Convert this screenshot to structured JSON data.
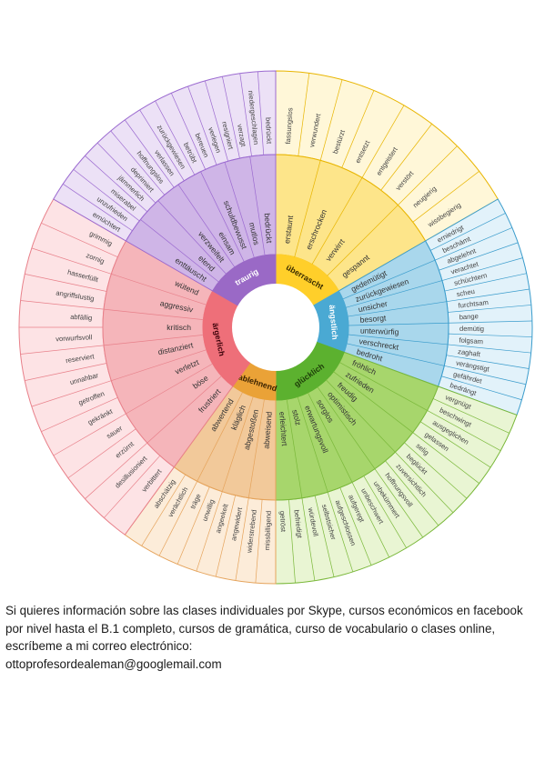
{
  "wheel": {
    "emotions": [
      {
        "name": "überrascht",
        "colors": {
          "core": "#ffcf2a",
          "mid": "#fde58a",
          "outer": "#fff7d8",
          "stroke": "#e8b500",
          "core_text": "#3a2d00"
        },
        "mid": [
          "erstaunt",
          "erschrocken",
          "verwirrt",
          "gespannt"
        ],
        "outer": [
          "fassungslos",
          "verwundert",
          "bestürzt",
          "entsetzt",
          "entgeistert",
          "verstört",
          "neugierig",
          "wissbegierig"
        ]
      },
      {
        "name": "ängstlich",
        "colors": {
          "core": "#4aa9d3",
          "mid": "#a9d7ec",
          "outer": "#e2f2fa",
          "stroke": "#3a9ccc",
          "core_text": "#ffffff"
        },
        "mid": [
          "gedemütigt",
          "zurückgewiesen",
          "unsicher",
          "besorgt",
          "unterwürfig",
          "verschreckt",
          "bedroht"
        ],
        "outer": [
          "erniedrigt",
          "beschämt",
          "abgelehnt",
          "verachtet",
          "schüchtern",
          "scheu",
          "furchtsam",
          "bange",
          "demütig",
          "folgsam",
          "zaghaft",
          "verängstigt",
          "gefährdet",
          "bedrängt"
        ]
      },
      {
        "name": "glücklich",
        "colors": {
          "core": "#5cb12f",
          "mid": "#a7d66c",
          "outer": "#e9f5d3",
          "stroke": "#7ab83a",
          "core_text": "#1c3a08"
        },
        "mid": [
          "fröhlich",
          "zufrieden",
          "freudig",
          "optimistisch",
          "sorglos",
          "erwartungsvoll",
          "stolz",
          "erleichtert"
        ],
        "outer": [
          "vergnügt",
          "beschwingt",
          "ausgeglichen",
          "gelassen",
          "selig",
          "beglückt",
          "zuversichtlich",
          "hoffnungsvoll",
          "unbekümmert",
          "unbeschwert",
          "aufgeregt",
          "aufgeschlossen",
          "selbstsicher",
          "würdevoll",
          "befriedigt",
          "getröst"
        ]
      },
      {
        "name": "ablehnend",
        "colors": {
          "core": "#eaa237",
          "mid": "#f2c99a",
          "outer": "#fcecd9",
          "stroke": "#e5a35b",
          "core_text": "#3a2200"
        },
        "mid": [
          "abweisend",
          "abgestoßen",
          "kläglich",
          "abwertend"
        ],
        "outer": [
          "missbilligend",
          "widerstrebend",
          "angewidert",
          "angeekelt",
          "unwillig",
          "träge",
          "verächtlich",
          "abschätzig"
        ]
      },
      {
        "name": "ärgerlich",
        "colors": {
          "core": "#ee6f79",
          "mid": "#f5b5ba",
          "outer": "#fde3e5",
          "stroke": "#e8808a",
          "core_text": "#3a0008"
        },
        "mid": [
          "frustriert",
          "böse",
          "verletzt",
          "distanziert",
          "kritisch",
          "aggressiv",
          "wütend"
        ],
        "outer": [
          "verbittert",
          "desillusioniert",
          "erzürnt",
          "sauer",
          "gekränkt",
          "getroffen",
          "unnahbar",
          "reserviert",
          "vorwurfsvoll",
          "abfällig",
          "angriffslustig",
          "hasserfüllt",
          "zornig",
          "grimmig"
        ]
      },
      {
        "name": "traurig",
        "colors": {
          "core": "#9a69c6",
          "mid": "#cfb5e7",
          "outer": "#ece1f6",
          "stroke": "#9b6ad0",
          "core_text": "#ffffff"
        },
        "mid": [
          "enttäuscht",
          "elend",
          "verzweifelt",
          "einsam",
          "schuldbewusst",
          "mutlos",
          "bedrückt"
        ],
        "outer": [
          "ernüchtert",
          "unzufrieden",
          "miserabel",
          "jämmerlich",
          "deprimiert",
          "hoffnungslos",
          "verlassen",
          "zurückgewiesen",
          "betrübt",
          "bereuen",
          "verlegen",
          "resigniert",
          "verzagt",
          "niedergeschlagen",
          "bedrückt"
        ]
      }
    ]
  },
  "info": {
    "text": "Si quieres información sobre las clases individuales por Skype, cursos económicos en facebook por nivel hasta el B.1 completo, cursos de gramática, curso de vocabulario o clases online, escríbeme a mi correo electrónico:",
    "email": "ottoprofesordealeman@googlemail.com"
  }
}
